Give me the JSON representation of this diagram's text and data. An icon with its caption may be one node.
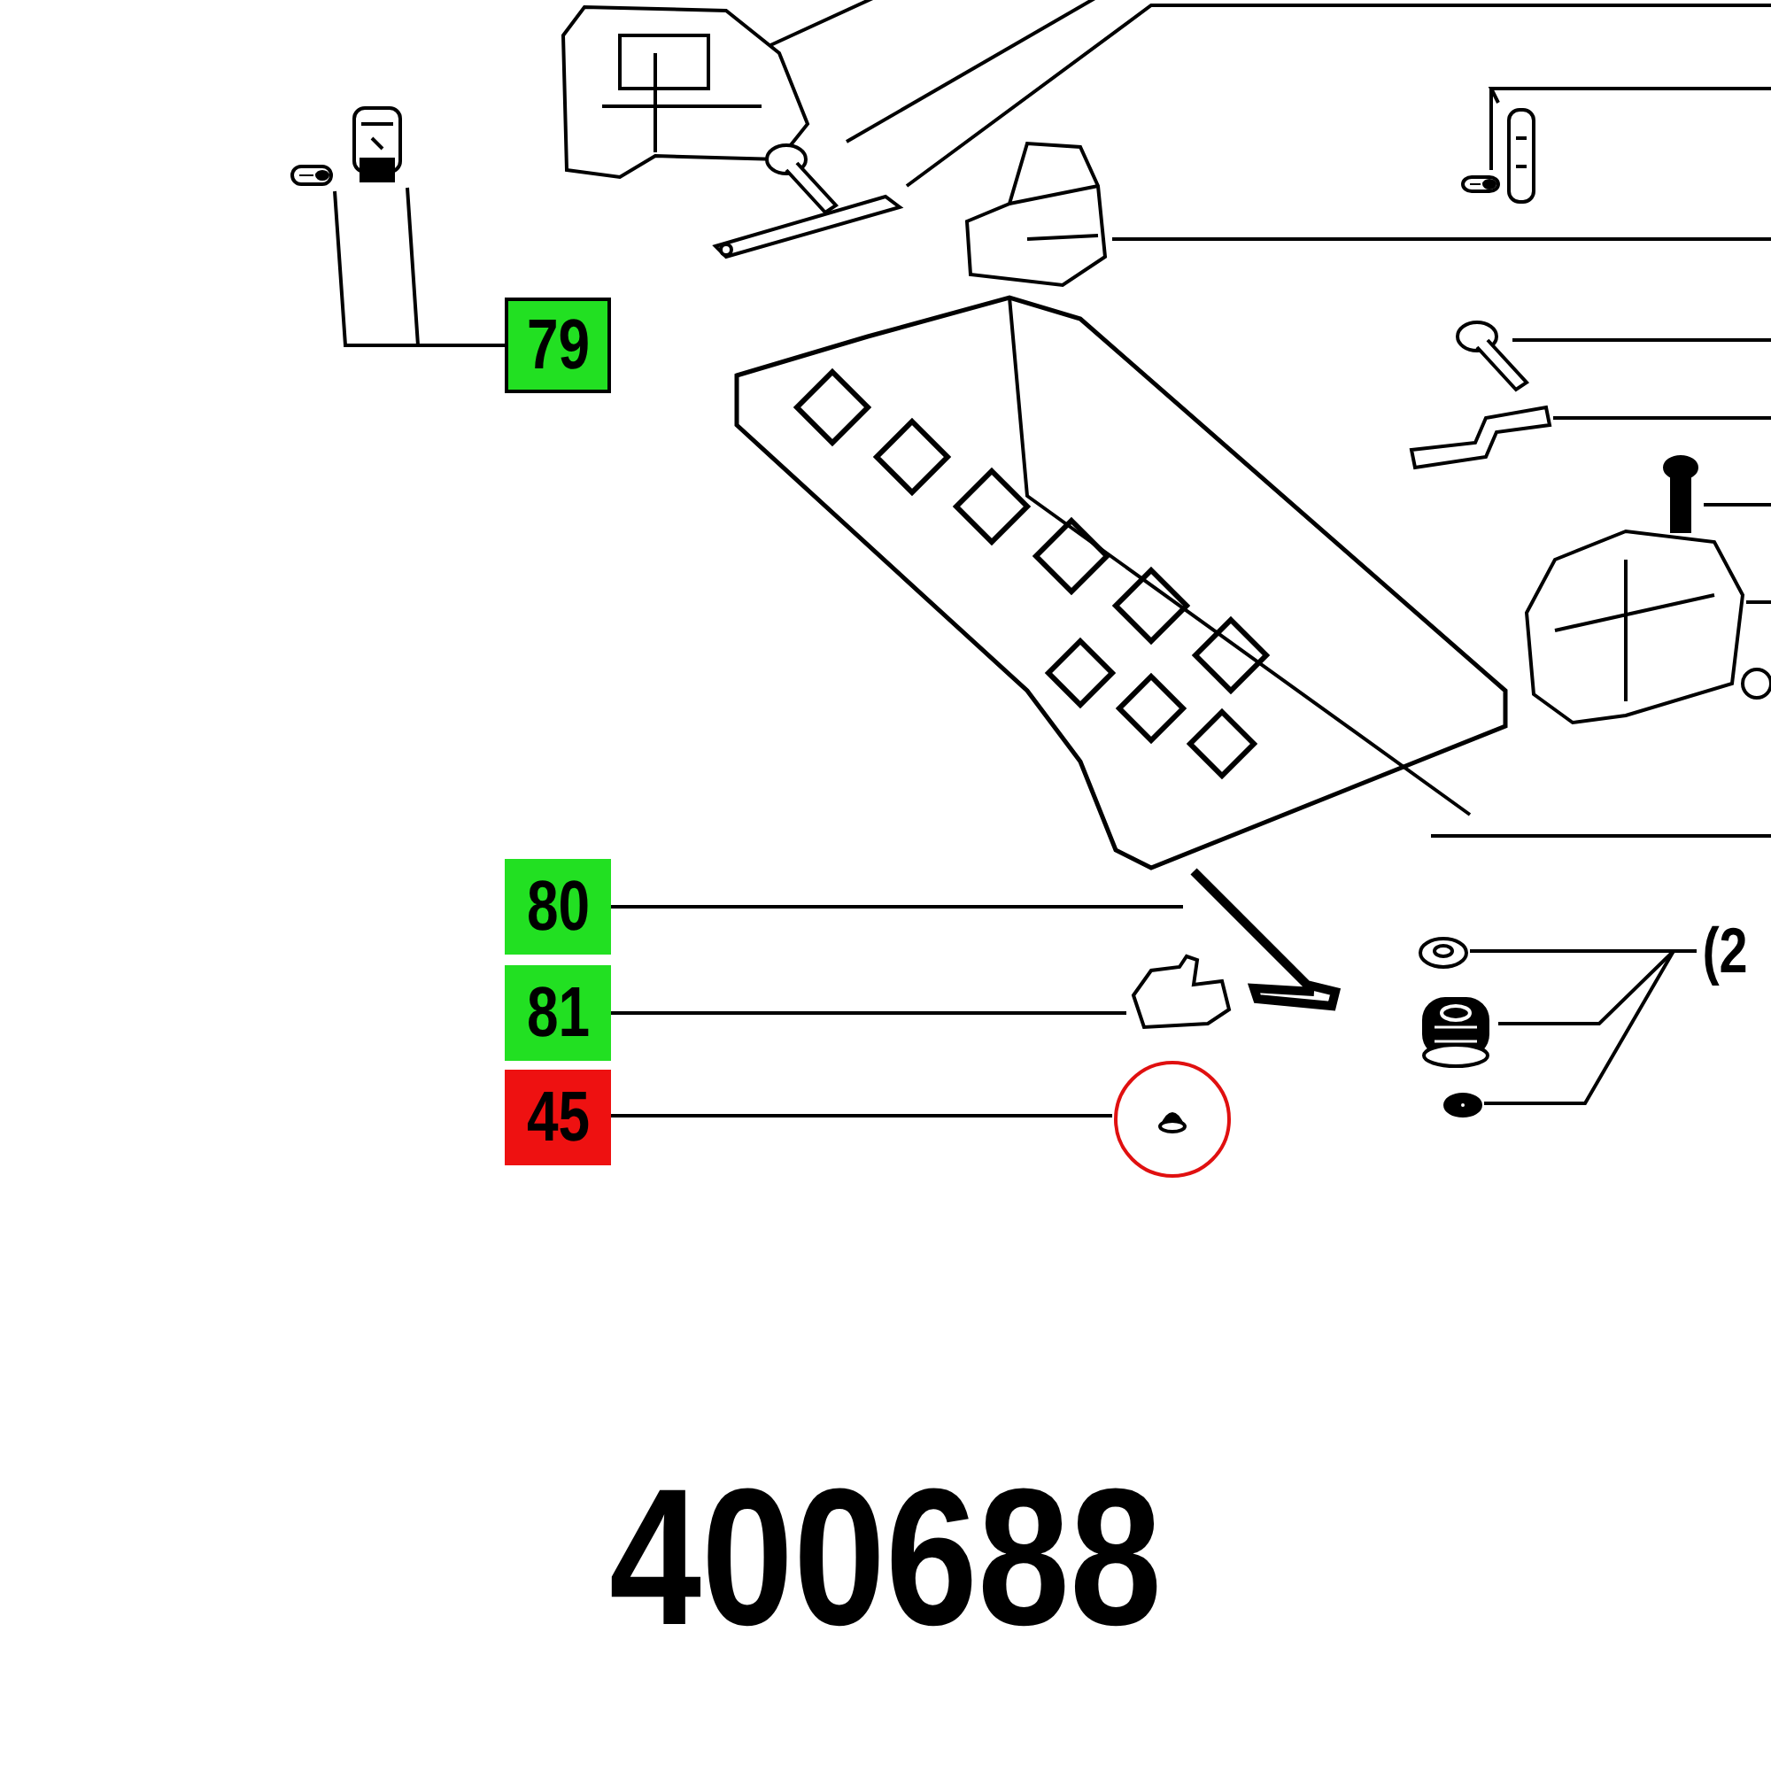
{
  "diagram": {
    "nodes": [
      {
        "text": [
          "79"
        ]
      },
      {
        "text": [],
        "shape": "picture"
      },
      {
        "text": [],
        "shape": "picture"
      },
      {
        "text": [
          "80"
        ]
      },
      {
        "text": [],
        "shape": "picture"
      },
      {
        "text": [
          "81"
        ]
      },
      {
        "text": [],
        "shape": "picture"
      },
      {
        "text": [
          "45"
        ]
      },
      {
        "text": [],
        "shape": "picture"
      },
      {
        "text": [
          "(2"
        ]
      },
      {
        "text": [],
        "shape": "picture"
      },
      {
        "text": [],
        "shape": "picture"
      },
      {
        "text": [],
        "shape": "picture"
      },
      {
        "text": [],
        "shape": "picture"
      },
      {
        "text": [],
        "shape": "picture"
      },
      {
        "text": [],
        "shape": "picture"
      },
      {
        "text": [],
        "shape": "picture"
      },
      {
        "text": [],
        "shape": "picture"
      },
      {
        "text": [],
        "shape": "picture"
      },
      {
        "text": [],
        "shape": "picture"
      },
      {
        "text": [],
        "shape": "picture"
      },
      {
        "text": [],
        "shape": "picture"
      },
      {
        "text": [],
        "shape": "picture"
      },
      {
        "text": [],
        "shape": "picture"
      }
    ],
    "edges": [
      {
        "from": 0,
        "to": 1,
        "arrow": "none"
      },
      {
        "from": 0,
        "to": 2,
        "arrow": "none"
      },
      {
        "from": 3,
        "to": 4,
        "arrow": "none"
      },
      {
        "from": 5,
        "to": 6,
        "arrow": "none"
      },
      {
        "from": 7,
        "to": 8,
        "arrow": "none"
      },
      {
        "from": 9,
        "to": 10,
        "arrow": "none"
      },
      {
        "from": 9,
        "to": 11,
        "arrow": "none"
      },
      {
        "from": 9,
        "to": 12,
        "arrow": "none"
      },
      {
        "from": null,
        "to": 13,
        "arrow": "none"
      },
      {
        "from": null,
        "to": 14,
        "arrow": "none"
      },
      {
        "from": null,
        "to": 15,
        "arrow": "none"
      },
      {
        "from": null,
        "to": 16,
        "arrow": "none"
      },
      {
        "from": null,
        "to": 17,
        "arrow": "none"
      },
      {
        "from": null,
        "to": 18,
        "arrow": "none"
      },
      {
        "from": null,
        "to": 19,
        "arrow": "none"
      },
      {
        "from": null,
        "to": 20,
        "arrow": "none"
      },
      {
        "from": null,
        "to": 21,
        "arrow": "none"
      },
      {
        "from": null,
        "to": 22,
        "arrow": "none"
      },
      {
        "from": null,
        "to": 23,
        "arrow": "none"
      }
    ],
    "labels": [
      "400688"
    ]
  }
}
